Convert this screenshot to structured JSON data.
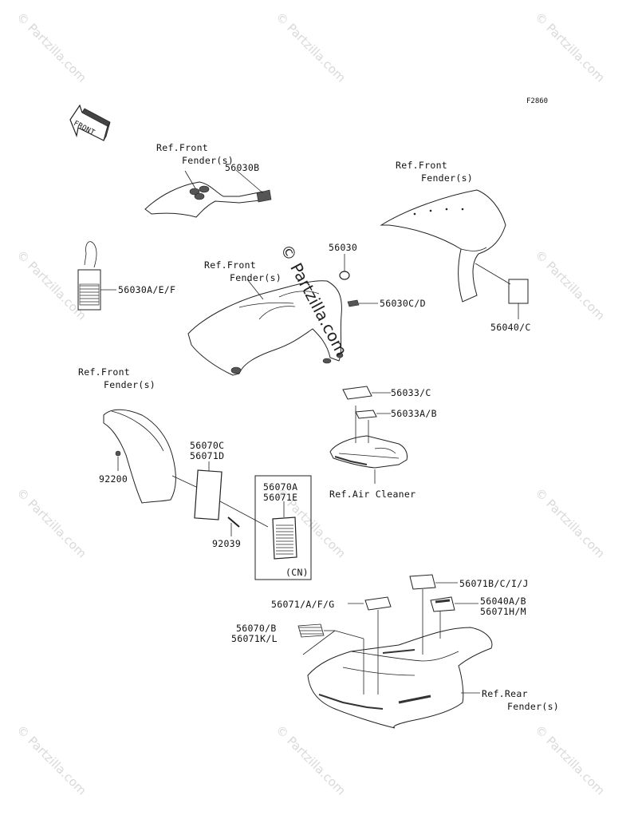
{
  "figure_code": "F2860",
  "front_arrow_label": "FRONT",
  "watermark": "© Partzilla.com",
  "center_watermark": "© Partzilla.com",
  "refs": {
    "front_fender_1_line1": "Ref.Front",
    "front_fender_1_line2": "Fender(s)",
    "front_fender_2_line1": "Ref.Front",
    "front_fender_2_line2": "Fender(s)",
    "front_fender_3_line1": "Ref.Front",
    "front_fender_3_line2": "Fender(s)",
    "front_fender_4_line1": "Ref.Front",
    "front_fender_4_line2": "Fender(s)",
    "air_cleaner": "Ref.Air Cleaner",
    "rear_fender_line1": "Ref.Rear",
    "rear_fender_line2": "Fender(s)"
  },
  "parts": {
    "p56030B": "56030B",
    "p56030": "56030",
    "p56030CD": "56030C/D",
    "p56030AEF": "56030A/E/F",
    "p56040C": "56040/C",
    "p56033C": "56033/C",
    "p56033AB": "56033A/B",
    "p56070C": "56070C",
    "p56071D": "56071D",
    "p92200": "92200",
    "p92039": "92039",
    "p56070A": "56070A",
    "p56071E": "56071E",
    "cn": "(CN)",
    "p56071BCIJ": "56071B/C/I/J",
    "p56071AFG": "56071/A/F/G",
    "p56040AB": "56040A/B",
    "p56071HM": "56071H/M",
    "p56070B": "56070/B",
    "p56071KL": "56071K/L"
  }
}
